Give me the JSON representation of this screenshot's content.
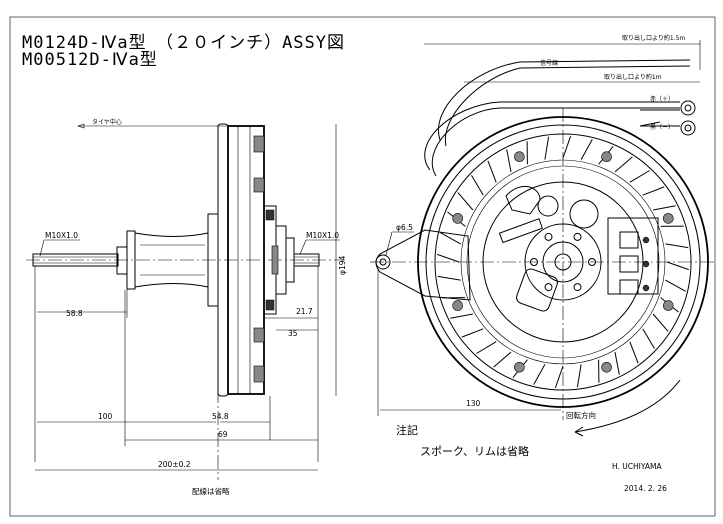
{
  "title": {
    "line1": "M0124D-Ⅳa型　（２０インチ）ASSY図",
    "line2": "M00512D-Ⅳa型"
  },
  "side_view": {
    "tire_width_label": "タイヤ中心",
    "thread_left": "M10X1.0",
    "thread_right": "M10X1.0",
    "diameter": "φ194",
    "dims": {
      "d58_8": "58.8",
      "d21_7": "21.7",
      "d35": "35",
      "d100": "100",
      "d54_8": "54.8",
      "d69": "69",
      "d200": "200±0.2"
    },
    "caption": "配線は省略"
  },
  "front_view": {
    "cable_length_1": "取り出し口より約1.5m",
    "cable_length_2": "取り出し口より約1m",
    "signal_label": "信号線",
    "plus_label": "赤（＋）",
    "minus_label": "黒（－）",
    "hole_dia": "φ6.5",
    "dim_130": "130",
    "rotation": "回転方向"
  },
  "notes": {
    "heading": "注記",
    "text": "スポーク、リムは省略"
  },
  "signature": {
    "author": "H. UCHIYAMA",
    "date": "2014. 2. 26"
  }
}
